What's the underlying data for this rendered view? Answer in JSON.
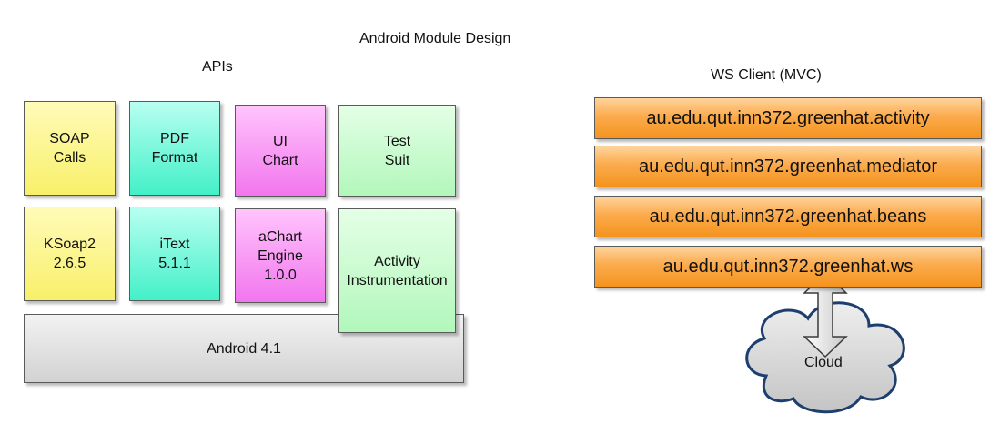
{
  "title": "Android Module Design",
  "apis": {
    "heading": "APIs",
    "boxes": {
      "soap": [
        "SOAP",
        "Calls"
      ],
      "pdf": [
        "PDF",
        "Format"
      ],
      "ui_chart": [
        "UI",
        "Chart"
      ],
      "test_suit": [
        "Test",
        "Suit"
      ],
      "ksoap": [
        "KSoap2",
        "2.6.5"
      ],
      "itext": [
        "iText",
        "5.1.1"
      ],
      "achart": [
        "aChart",
        "Engine",
        "1.0.0"
      ],
      "activity": [
        "Activity",
        "Instrumentation"
      ]
    },
    "platform": "Android 4.1"
  },
  "ws_client": {
    "heading": "WS Client (MVC)",
    "layers": [
      "au.edu.qut.inn372.greenhat.activity",
      "au.edu.qut.inn372.greenhat.mediator",
      "au.edu.qut.inn372.greenhat.beans",
      "au.edu.qut.inn372.greenhat.ws"
    ]
  },
  "cloud_label": "Cloud",
  "colors": {
    "yellow": "#f8f06a",
    "teal": "#43f0c8",
    "pink": "#f276ee",
    "green": "#b2f7bb",
    "gray": "#d2d2d2",
    "orange": "#f4941e",
    "cloud": "#d6d6d6"
  }
}
